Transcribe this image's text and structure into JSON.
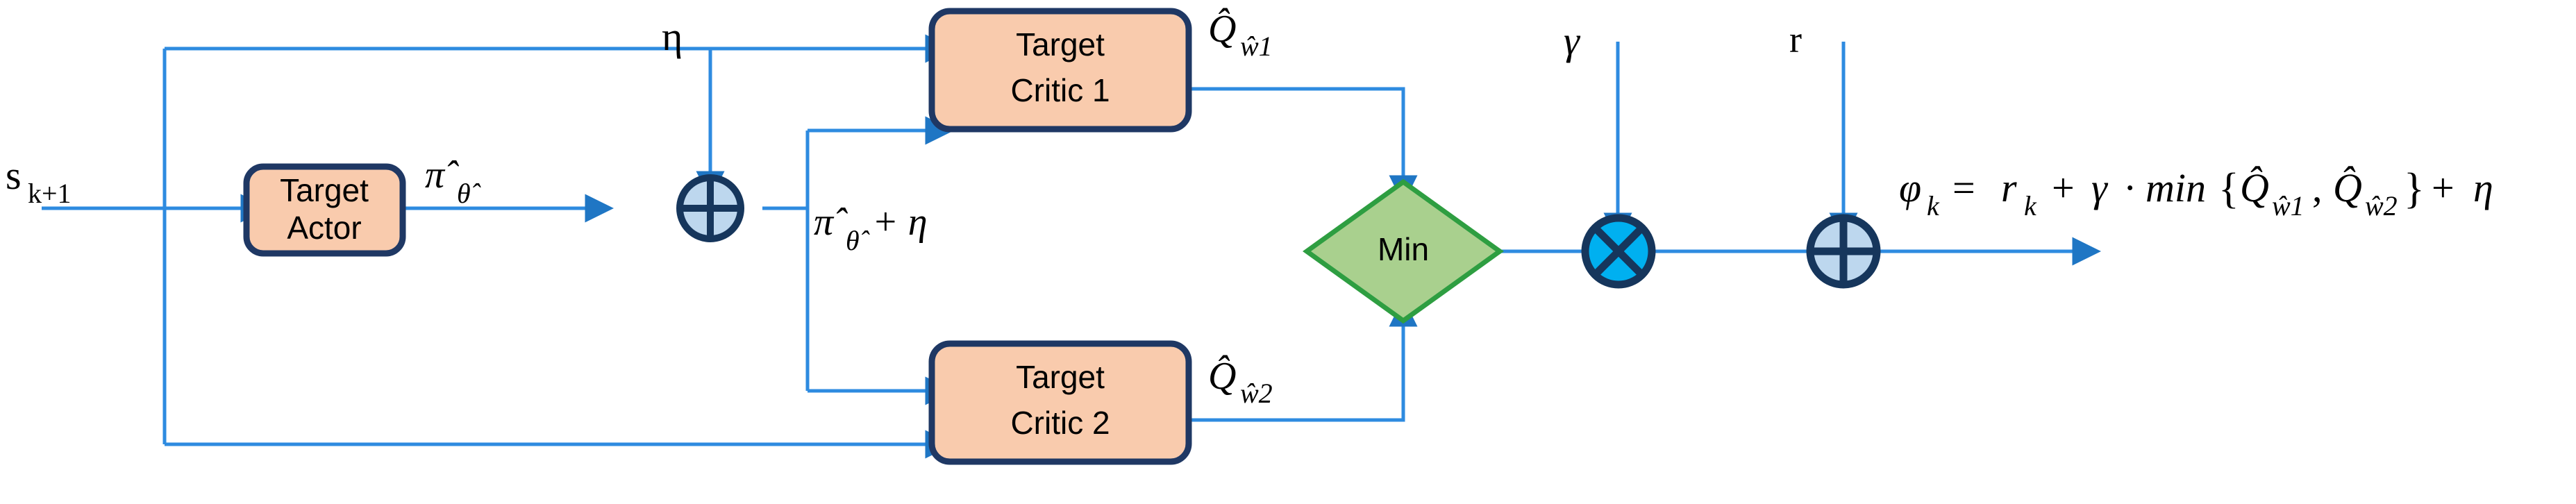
{
  "diagram": {
    "title": "TD3 Target Value Computation Block Diagram",
    "background": "#ffffff",
    "colors": {
      "block_fill": "#F9CBAD",
      "block_stroke": "#1F3864",
      "diamond_fill": "#A9D08E",
      "diamond_stroke": "#2E9E41",
      "sum_fill": "#BDD7EE",
      "sum_stroke": "#16365C",
      "mult_fill": "#00B0F0",
      "mult_stroke": "#16365C",
      "wire": "#2E8BE0",
      "arrow": "#1F76C4",
      "text": "#000000"
    },
    "blocks": [
      {
        "id": "target-actor",
        "line1": "Target",
        "line2": "Actor"
      },
      {
        "id": "target-critic-1",
        "line1": "Target",
        "line2": "Critic 1"
      },
      {
        "id": "target-critic-2",
        "line1": "Target",
        "line2": "Critic 2"
      }
    ],
    "operators": [
      {
        "id": "noise-sum",
        "symbol": "plus",
        "kind": "adder"
      },
      {
        "id": "min-node",
        "symbol": "Min",
        "kind": "min-select"
      },
      {
        "id": "gamma-mult",
        "symbol": "multiply",
        "kind": "multiplier"
      },
      {
        "id": "reward-sum",
        "symbol": "plus",
        "kind": "adder"
      }
    ],
    "signals": {
      "state_input": "s",
      "state_input_sub": "k+1",
      "noise_top": "η",
      "actor_output_pi": "π̂",
      "actor_output_sub": "θ̂",
      "actor_noisy_pi": "π̂",
      "actor_noisy_sub": "θ̂",
      "actor_noisy_tail": "+ η",
      "q1": "Q̂",
      "q1_sub": "ŵ1",
      "q2": "Q̂",
      "q2_sub": "ŵ2",
      "gamma": "γ",
      "reward": "r"
    },
    "equation": {
      "lhs": "φ",
      "lhs_sub": "k",
      "eq": "=",
      "r": "r",
      "r_sub": "k",
      "plus1": "+",
      "gamma": "γ",
      "dot": "·",
      "min": "min",
      "brace_l": "{",
      "q1": "Q̂",
      "q1_sub": "ŵ1",
      "comma": ",",
      "q2": "Q̂",
      "q2_sub": "ŵ2",
      "brace_r": "}",
      "plus2": "+",
      "eta": "η",
      "full_text": "φₖ = rₖ + γ · min{Q̂_ŵ1, Q̂_ŵ2} + η"
    }
  }
}
